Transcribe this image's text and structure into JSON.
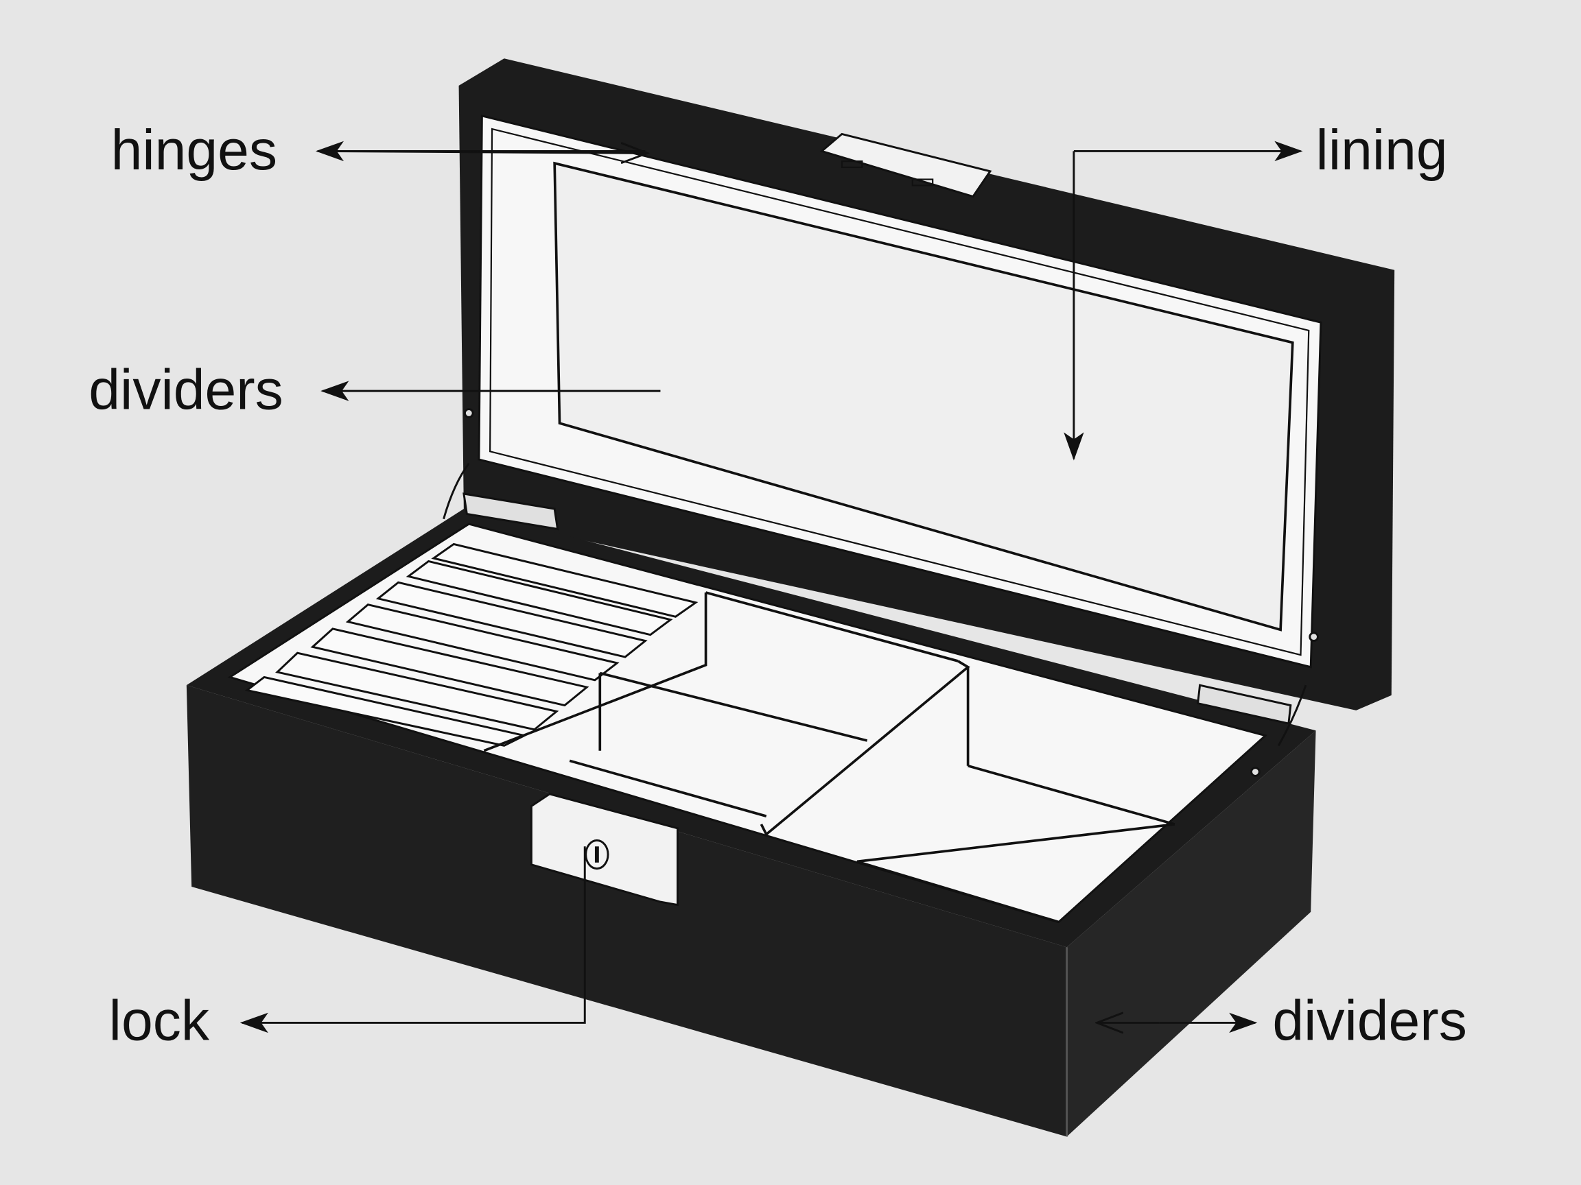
{
  "labels": {
    "hinges": "hinges",
    "lining": "lining",
    "dividers_left": "dividers",
    "lock": "lock",
    "dividers_right": "dividers"
  },
  "colors": {
    "background": "#e6e6e6",
    "box": "#1c1c1c",
    "lining": "#f7f7f7",
    "line": "#111111"
  }
}
